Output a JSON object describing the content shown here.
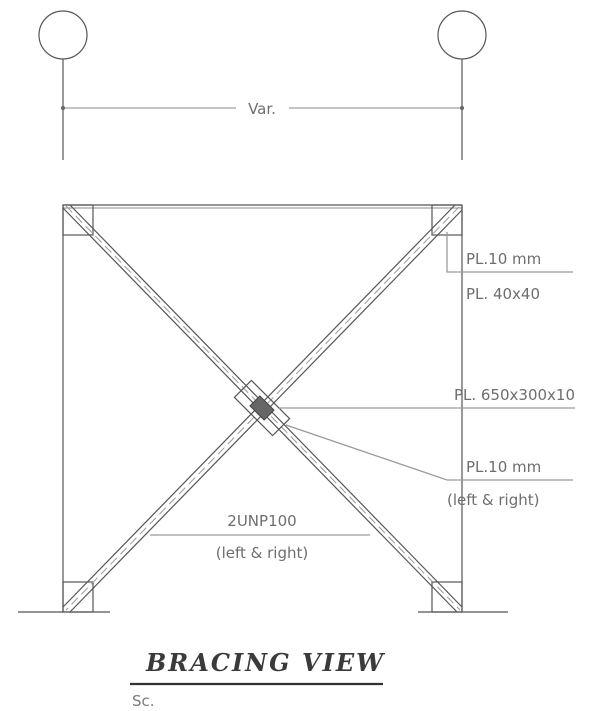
{
  "dimension": {
    "label": "Var."
  },
  "labels": {
    "plate_top": "PL.10  mm",
    "plate_top_size": "PL.  40x40",
    "gusset": "PL.  650x300x10",
    "plate_center": "PL.10  mm",
    "plate_center_side": "(left  &  right)",
    "section": "2UNP100",
    "section_side": "(left  &  right)"
  },
  "title": {
    "main": "BRACING  VIEW",
    "scale": "Sc."
  }
}
